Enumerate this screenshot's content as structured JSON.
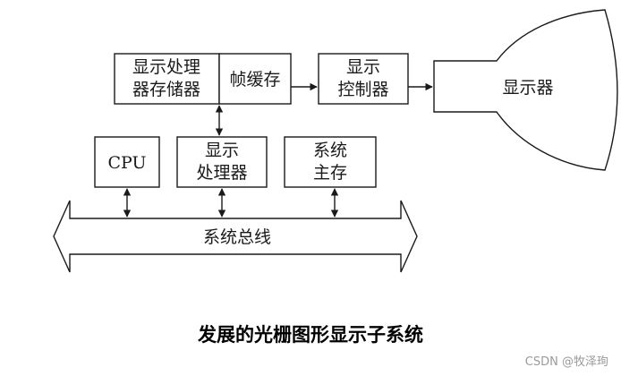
{
  "diagram": {
    "boxes": {
      "display_processor_memory": [
        "显示处理",
        "器存储器"
      ],
      "frame_buffer": "帧缓存",
      "display_controller": [
        "显示",
        "控制器"
      ],
      "monitor": "显示器",
      "cpu": "CPU",
      "display_processor": [
        "显示",
        "处理器"
      ],
      "system_memory": [
        "系统",
        "主存"
      ],
      "system_bus": "系统总线"
    }
  },
  "caption": "发展的光栅图形显示子系统",
  "watermark": "CSDN @牧泽珣"
}
